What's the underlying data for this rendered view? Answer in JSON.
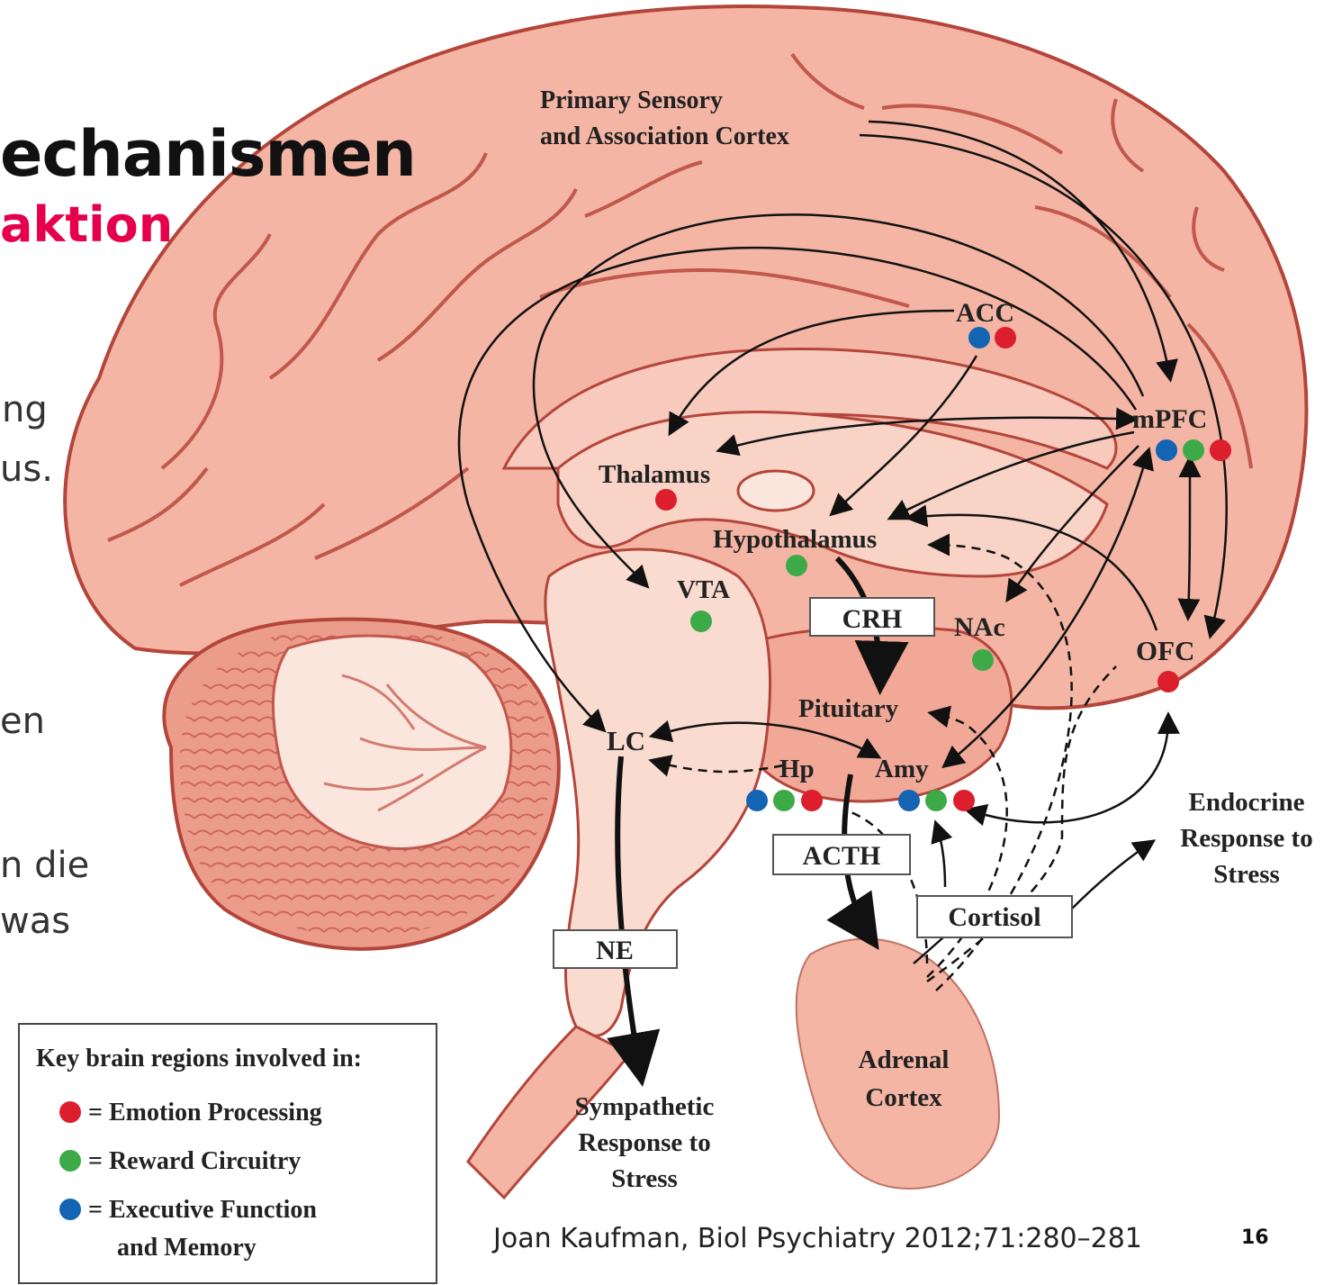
{
  "slide": {
    "title_fragment": "echanismen",
    "subtitle_fragment": "aktion",
    "text_fragments": [
      "ng",
      "us.",
      "en",
      "n die",
      "was"
    ],
    "citation": "Joan Kaufman, Biol Psychiatry 2012;71:280–281",
    "page_number": "16"
  },
  "labels": {
    "sensory_line1": "Primary Sensory",
    "sensory_line2": "and Association Cortex",
    "acc": "ACC",
    "mpfc": "mPFC",
    "thalamus": "Thalamus",
    "hypothalamus": "Hypothalamus",
    "vta": "VTA",
    "nac": "NAc",
    "ofc": "OFC",
    "pituitary": "Pituitary",
    "lc": "LC",
    "hp": "Hp",
    "amy": "Amy",
    "endocrine_line1": "Endocrine",
    "endocrine_line2": "Response to",
    "endocrine_line3": "Stress",
    "adrenal_line1": "Adrenal",
    "adrenal_line2": "Cortex",
    "sympathetic_line1": "Sympathetic",
    "sympathetic_line2": "Response to",
    "sympathetic_line3": "Stress"
  },
  "boxes": {
    "crh": "CRH",
    "acth": "ACTH",
    "cortisol": "Cortisol",
    "ne": "NE"
  },
  "legend": {
    "title": "Key brain regions involved in:",
    "emotion": "= Emotion Processing",
    "reward": "= Reward Circuitry",
    "executive_line1": "= Executive Function",
    "executive_line2": "and Memory"
  },
  "colors": {
    "emotion": "#dc1e2d",
    "reward": "#3daa48",
    "executive": "#1464b4",
    "brain_fill": "#f4b5a4",
    "brain_stroke": "#b4453a"
  }
}
